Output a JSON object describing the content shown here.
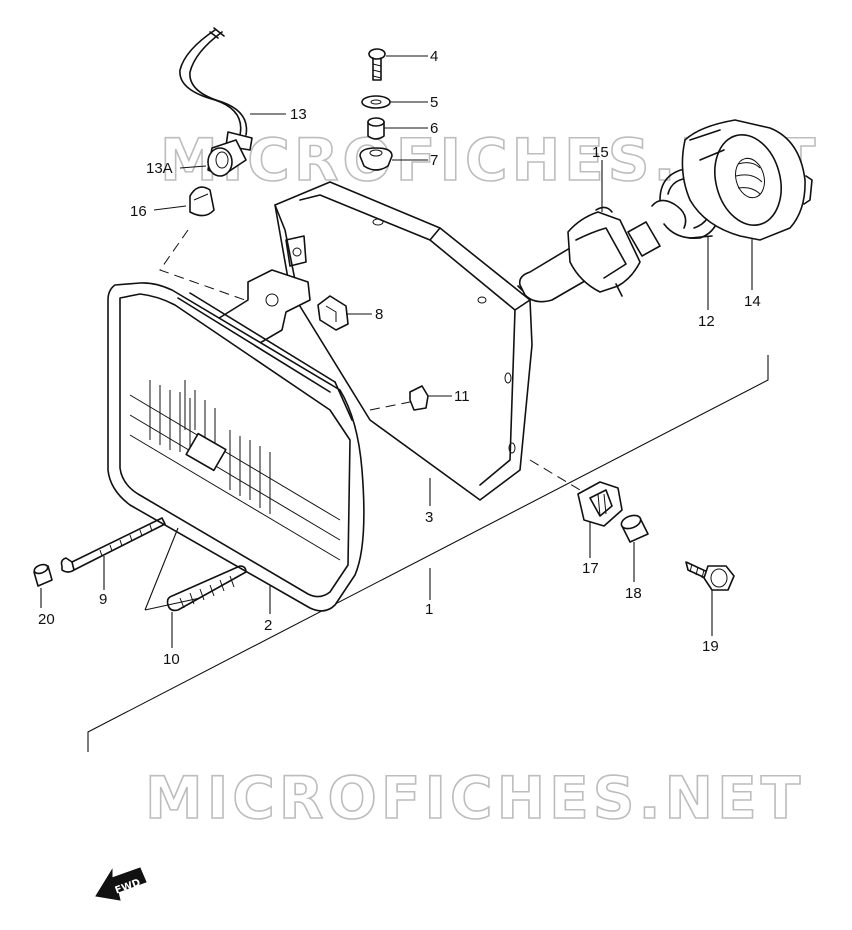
{
  "watermark": "MICROFICHES.NET",
  "forward_label": "FWD",
  "labels": {
    "p1": "1",
    "p2": "2",
    "p3": "3",
    "p4": "4",
    "p5": "5",
    "p6": "6",
    "p7": "7",
    "p8": "8",
    "p9": "9",
    "p10": "10",
    "p11": "11",
    "p12": "12",
    "p13": "13",
    "p13a": "13A",
    "p14": "14",
    "p15": "15",
    "p16": "16",
    "p17": "17",
    "p18": "18",
    "p19": "19",
    "p20": "20"
  },
  "colors": {
    "line": "#111111",
    "watermark": "#bdbdbd",
    "background": "#ffffff"
  }
}
